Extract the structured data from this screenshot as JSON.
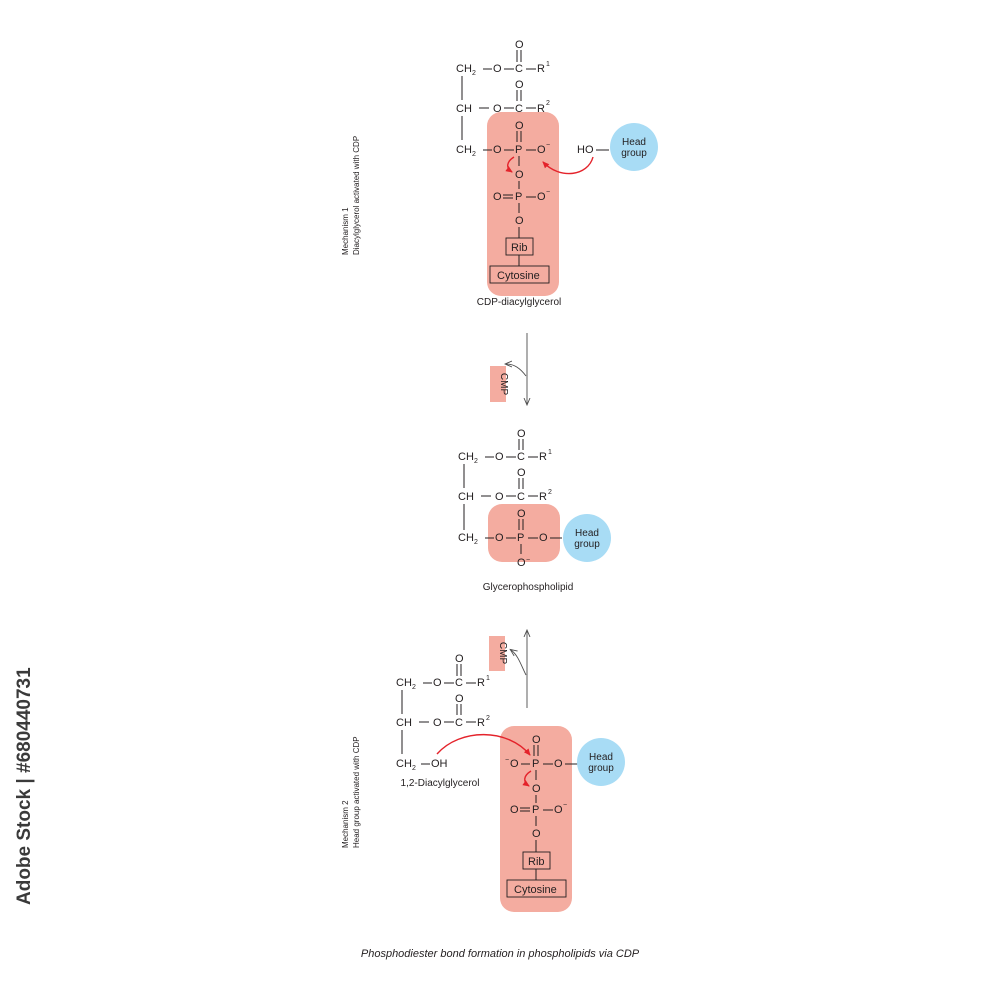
{
  "mechanism1": {
    "title": "Mechanism 1",
    "subtitle": "Diacylglycerol activated with CDP",
    "compound": "CDP-diacylglycerol"
  },
  "mechanism2": {
    "title": "Mechanism 2",
    "subtitle": "Head group activated with CDP",
    "substrate": "1,2-Diacylglycerol"
  },
  "product": "Glycerophospholipid",
  "cmp": "CMP",
  "head_group": [
    "Head",
    "group"
  ],
  "rib": "Rib",
  "cytosine": "Cytosine",
  "atoms": {
    "ch": "CH",
    "ch2": "CH",
    "sub2": "2",
    "o": "O",
    "c": "C",
    "p": "P",
    "r": "R",
    "one": "1",
    "two": "2",
    "minus": "−",
    "ho": "HO",
    "oh": "OH"
  },
  "caption": "Phosphodiester bond formation in phospholipids via CDP",
  "watermark": "Adobe Stock | #680440731",
  "colors": {
    "salmon": "#f4aca0",
    "head_blue": "#a8dcf5",
    "red": "#e4232b",
    "text": "#231f20"
  }
}
